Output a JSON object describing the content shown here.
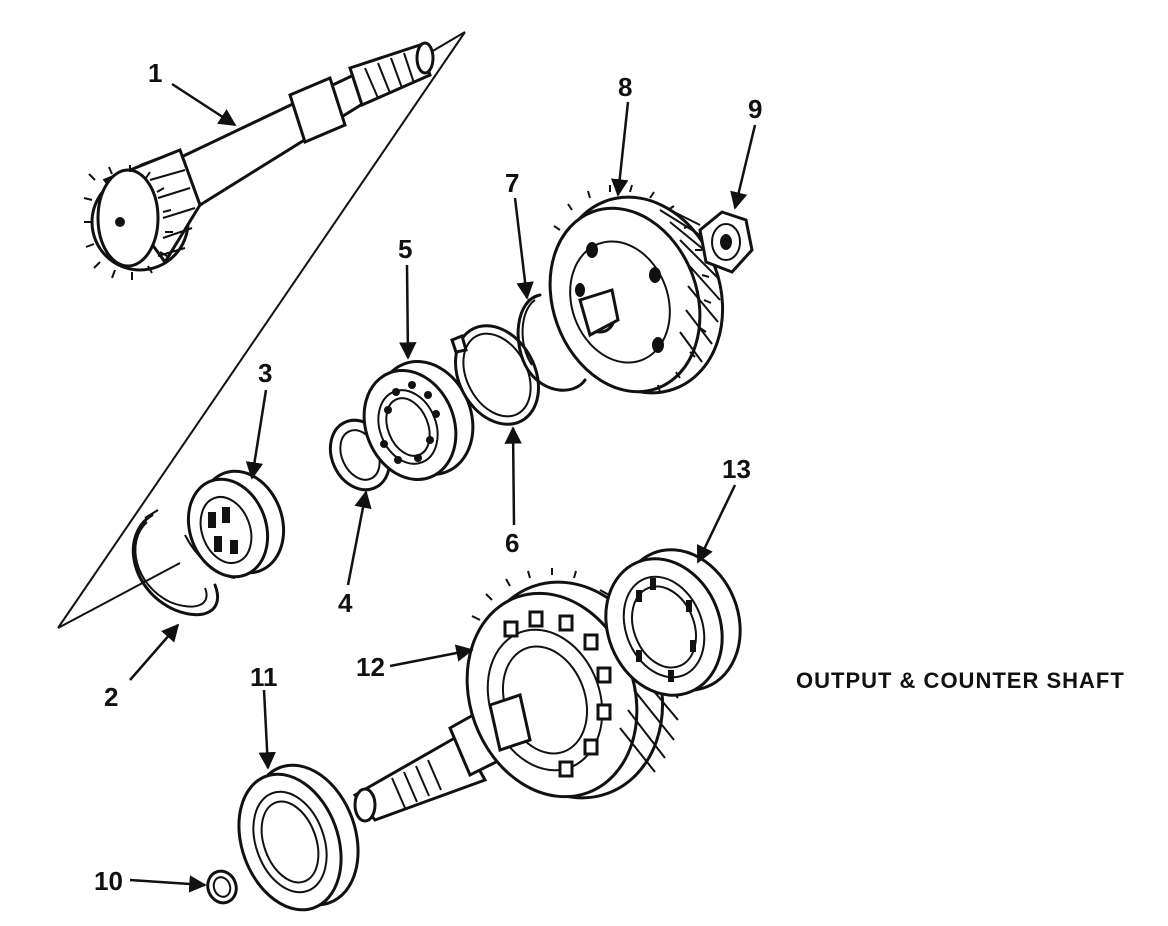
{
  "diagram": {
    "caption": "OUTPUT & COUNTER SHAFT",
    "callouts": [
      "1",
      "2",
      "3",
      "4",
      "5",
      "6",
      "7",
      "8",
      "9",
      "10",
      "11",
      "12",
      "13"
    ]
  },
  "parts": [
    {
      "label": "1",
      "icon": "shaft-icon"
    },
    {
      "label": "2",
      "icon": "snap-ring-icon"
    },
    {
      "label": "3",
      "icon": "bearing-icon"
    },
    {
      "label": "4",
      "icon": "spacer-ring-icon"
    },
    {
      "label": "5",
      "icon": "bearing-icon"
    },
    {
      "label": "6",
      "icon": "thrust-washer-icon"
    },
    {
      "label": "7",
      "icon": "snap-ring-icon"
    },
    {
      "label": "8",
      "icon": "gear-icon"
    },
    {
      "label": "9",
      "icon": "nut-icon"
    },
    {
      "label": "10",
      "icon": "small-ring-icon"
    },
    {
      "label": "11",
      "icon": "bearing-icon"
    },
    {
      "label": "12",
      "icon": "gear-shaft-icon"
    },
    {
      "label": "13",
      "icon": "bearing-icon"
    }
  ]
}
